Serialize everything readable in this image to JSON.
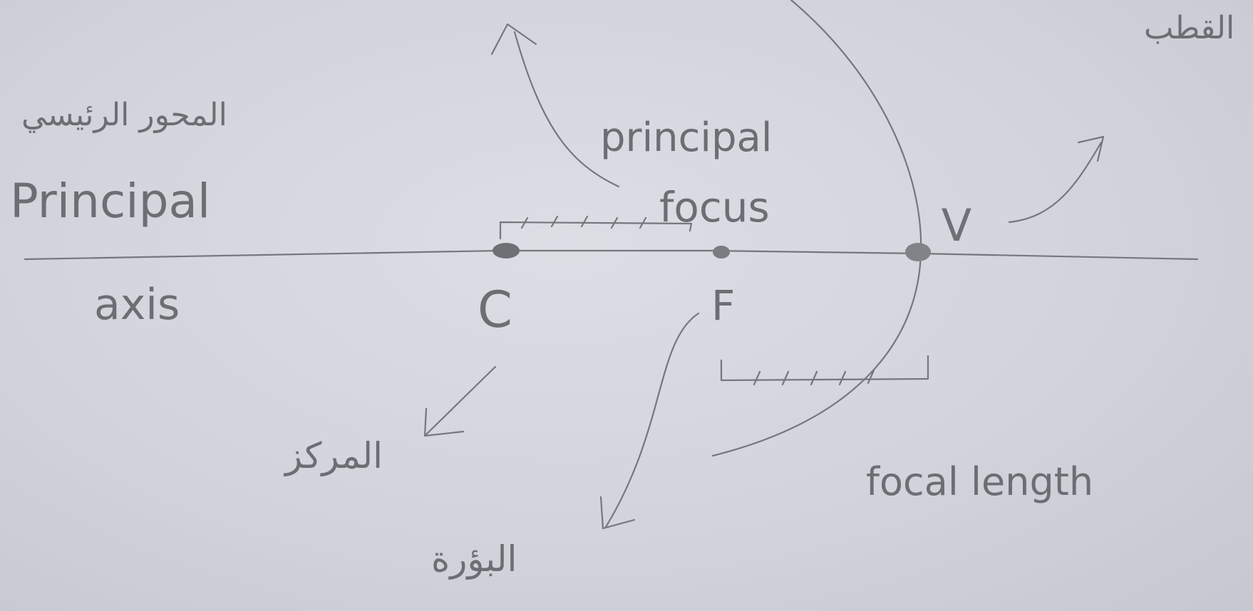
{
  "labels": {
    "pole_ar": "القطب",
    "axis_ar": "المحور الرئيسي",
    "axis_line1": "Principal",
    "axis_line2": "axis",
    "focus_line1": "principal",
    "focus_line2": "focus",
    "vertex": "V",
    "center": "C",
    "focus_point": "F",
    "center_ar": "المركز",
    "focus_ar": "البؤرة",
    "focal_length": "focal length"
  },
  "colors": {
    "paper": "#d6d8df",
    "pencil": "#6c6e74"
  }
}
